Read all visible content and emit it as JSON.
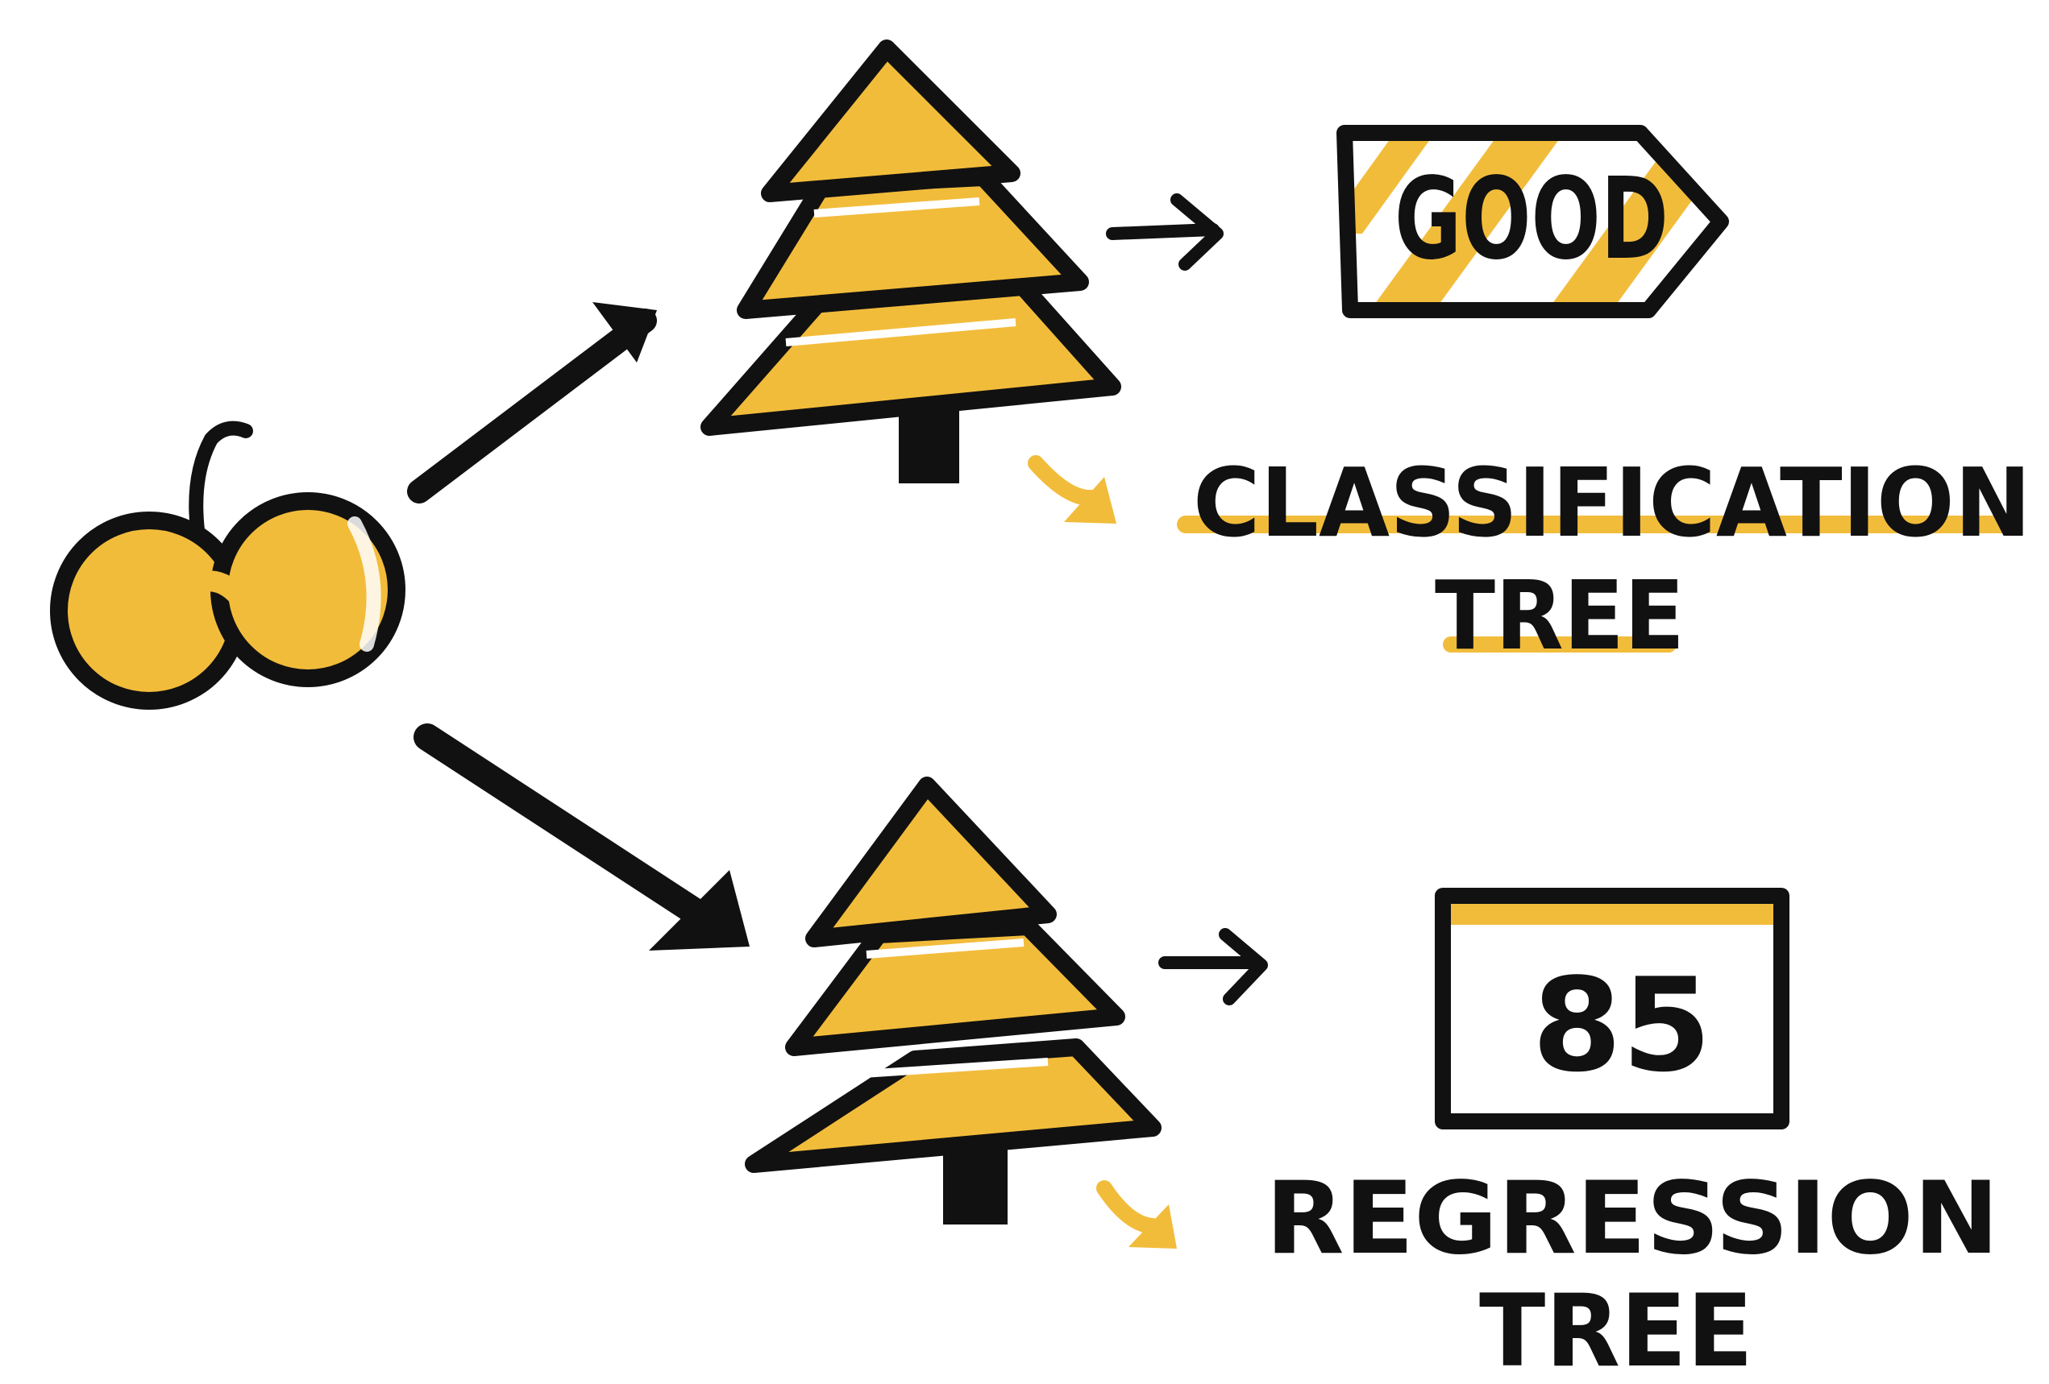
{
  "colors": {
    "accent": "#F2BC3B",
    "ink": "#111111",
    "background": "#FFFFFF"
  },
  "top_branch": {
    "output_tag": "GOOD",
    "label_line1": "CLASSIFICATION",
    "label_line2": "TREE"
  },
  "bottom_branch": {
    "output_value": "85",
    "label_line1": "REGRESSION",
    "label_line2": "TREE"
  },
  "icons": {
    "input": "apple-icon",
    "tree": "pine-tree-icon",
    "tag": "tag-icon",
    "value_box": "number-card-icon"
  }
}
